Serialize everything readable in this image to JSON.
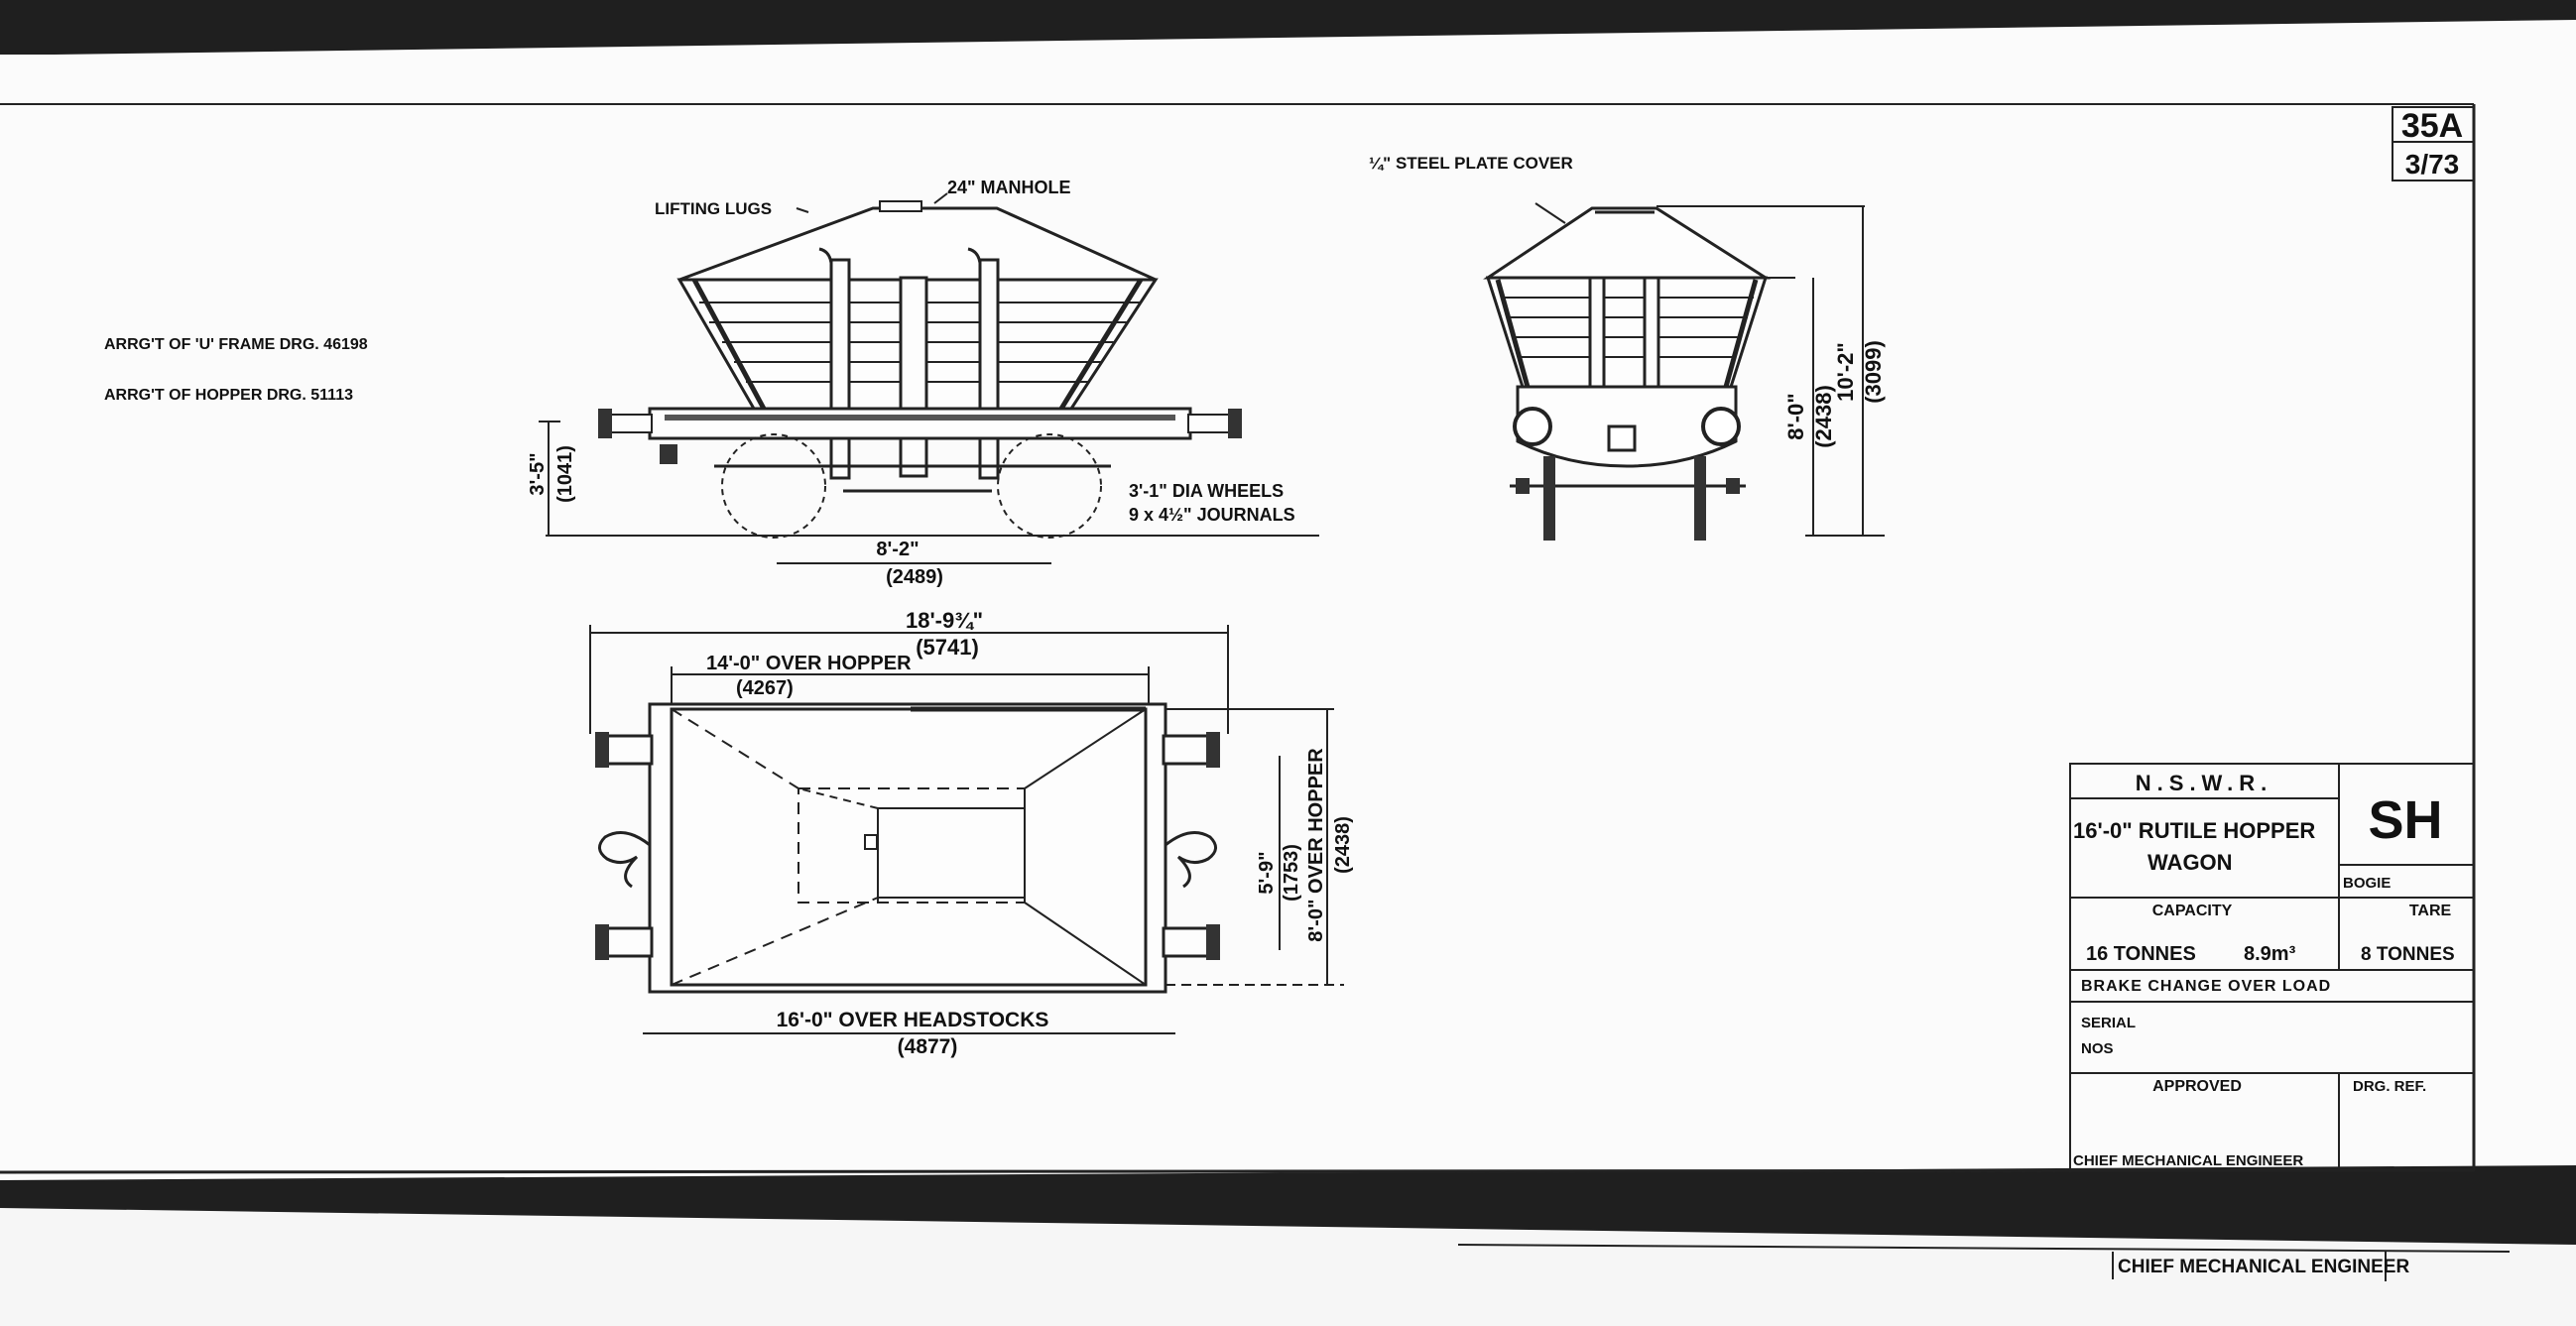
{
  "sheet": {
    "number": "35A",
    "date": "3/73"
  },
  "references": {
    "u_frame": "ARRG'T OF 'U' FRAME DRG. 46198",
    "hopper": "ARRG'T OF HOPPER DRG. 51113"
  },
  "side_view": {
    "lifting_lugs": "LIFTING LUGS",
    "manhole": "24\" MANHOLE",
    "height_ft": "3'-5\"",
    "height_mm": "(1041)",
    "wheelbase_ft": "8'-2\"",
    "wheelbase_mm": "(2489)",
    "wheels": "3'-1\" DIA WHEELS",
    "journals": "9 x 4½\" JOURNALS"
  },
  "end_view": {
    "cover": "¼\" STEEL PLATE COVER",
    "width_ft": "8'-0\"",
    "width_mm": "(2438)",
    "height_ft": "10'-2\"",
    "height_mm": "(3099)"
  },
  "plan_view": {
    "overall_ft": "18'-9¾\"",
    "overall_mm": "(5741)",
    "hopper_length_ft": "14'-0\" OVER HOPPER",
    "hopper_length_mm": "(4267)",
    "headstocks_ft": "16'-0\" OVER HEADSTOCKS",
    "headstocks_mm": "(4877)",
    "opening_ft": "5'-9\"",
    "opening_mm": "(1753)",
    "hopper_width_ft": "8'-0\" OVER HOPPER",
    "hopper_width_mm": "(2438)"
  },
  "title_block": {
    "railway": "N.S.W.R.",
    "title_line1": "16'-0\" RUTILE HOPPER",
    "title_line2": "WAGON",
    "code": "SH",
    "bogie": "BOGIE",
    "capacity_label": "CAPACITY",
    "capacity_tonnes": "16 TONNES",
    "capacity_volume": "8.9m³",
    "tare_label": "TARE",
    "tare_value": "8 TONNES",
    "brake": "BRAKE CHANGE OVER LOAD",
    "serial": "SERIAL",
    "nos": "NOS",
    "approved": "APPROVED",
    "drg_ref": "DRG. REF.",
    "approver": "CHIEF MECHANICAL ENGINEER"
  },
  "footer": {
    "signature": "CHIEF MECHANICAL ENGINEER"
  }
}
